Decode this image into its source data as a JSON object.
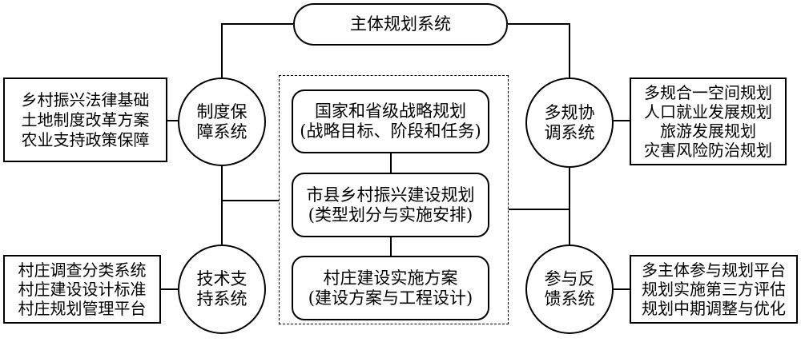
{
  "main_system": "主体规划系统",
  "left_top_circle": [
    "制度保",
    "障系统"
  ],
  "left_bottom_circle": [
    "技术支",
    "持系统"
  ],
  "right_top_circle": [
    "多规协",
    "调系统"
  ],
  "right_bottom_circle": [
    "参与反",
    "馈系统"
  ],
  "left_top_box": [
    "乡村振兴法律基础",
    "土地制度改革方案",
    "农业支持政策保障"
  ],
  "left_bottom_box": [
    "村庄调查分类系统",
    "村庄建设设计标准",
    "村庄规划管理平台"
  ],
  "right_top_box": [
    "多规合一空间规划",
    "人口就业发展规划",
    "旅游发展规划",
    "灾害风险防治规划"
  ],
  "right_bottom_box": [
    "多主体参与规划平台",
    "规划实施第三方评估",
    "规划中期调整与优化"
  ],
  "center_plans": [
    [
      "国家和省级战略规划",
      "(战略目标、阶段和任务)"
    ],
    [
      "市县乡村振兴建设规划",
      "(类型划分与实施安排)"
    ],
    [
      "村庄建设实施方案",
      "(建设方案与工程设计)"
    ]
  ]
}
